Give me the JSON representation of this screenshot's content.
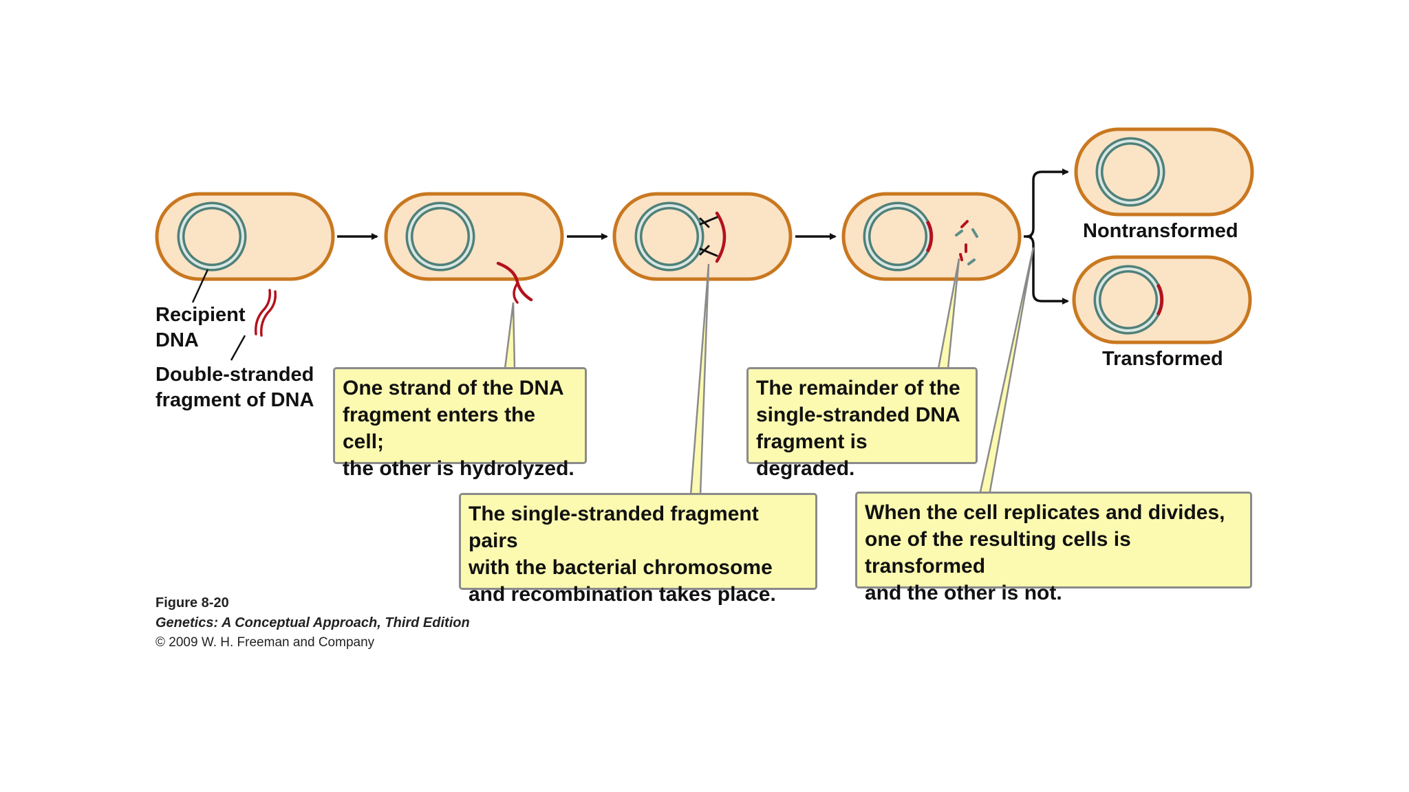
{
  "labels": {
    "recipient_dna": "Recipient\nDNA",
    "double_stranded_fragment": "Double-stranded\nfragment of DNA",
    "nontransformed": "Nontransformed",
    "transformed": "Transformed"
  },
  "callouts": {
    "step1": "One strand of the DNA\nfragment enters the cell;\nthe other is hydrolyzed.",
    "step2": "The single-stranded fragment pairs\nwith the bacterial chromosome\nand recombination takes place.",
    "step3": "The remainder of the\nsingle-stranded DNA\nfragment is degraded.",
    "step4": "When the cell replicates and divides,\none of the resulting cells is transformed\nand the other is not."
  },
  "caption": {
    "figure_number": "Figure 8-20",
    "book_title": "Genetics: A Conceptual Approach, Third Edition",
    "copyright": "© 2009 W. H. Freeman and Company"
  },
  "colors": {
    "cell_fill": "#fbe3c6",
    "cell_outline": "#c97820",
    "chromosome_outer": "#4f8079",
    "chromosome_inner": "#d9e7e3",
    "donor_dna": "#b3121c",
    "callout_fill": "#fbfab0",
    "callout_border": "#8a8a8a"
  }
}
